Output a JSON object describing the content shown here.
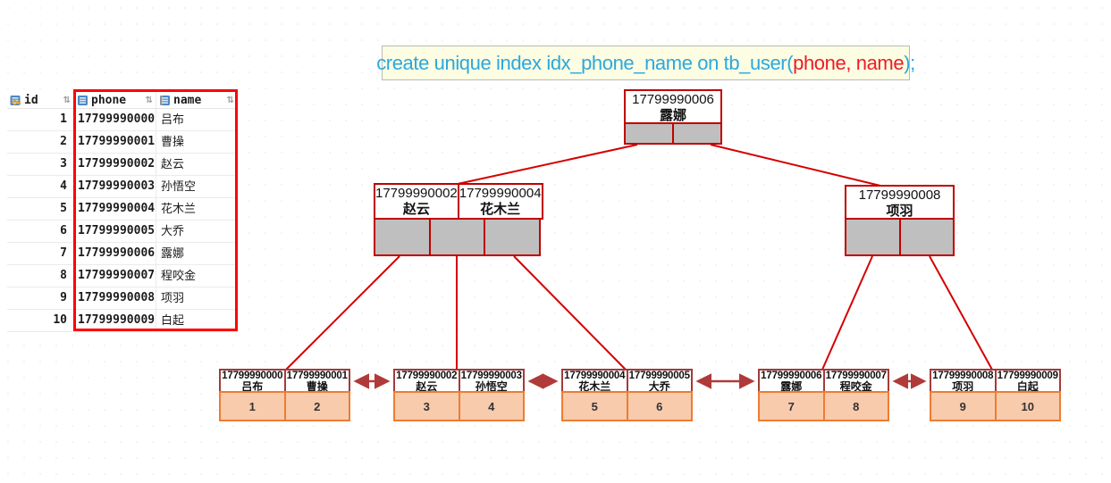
{
  "sql": {
    "text_before": "create unique index idx_phone_name on tb_user(",
    "text_highlight": "phone, name",
    "text_after": ");",
    "base_color": "#2ba8e0",
    "highlight_color": "#ed1c24",
    "background": "#fcfde2"
  },
  "table": {
    "headers": [
      {
        "label": "id",
        "icon": "primary-key-column-icon"
      },
      {
        "label": "phone",
        "icon": "column-icon"
      },
      {
        "label": "name",
        "icon": "column-icon"
      }
    ],
    "sort_glyph": "⇅",
    "rows": [
      {
        "id": "1",
        "phone": "17799990000",
        "name": "吕布"
      },
      {
        "id": "2",
        "phone": "17799990001",
        "name": "曹操"
      },
      {
        "id": "3",
        "phone": "17799990002",
        "name": "赵云"
      },
      {
        "id": "4",
        "phone": "17799990003",
        "name": "孙悟空"
      },
      {
        "id": "5",
        "phone": "17799990004",
        "name": "花木兰"
      },
      {
        "id": "6",
        "phone": "17799990005",
        "name": "大乔"
      },
      {
        "id": "7",
        "phone": "17799990006",
        "name": "露娜"
      },
      {
        "id": "8",
        "phone": "17799990007",
        "name": "程咬金"
      },
      {
        "id": "9",
        "phone": "17799990008",
        "name": "项羽"
      },
      {
        "id": "10",
        "phone": "17799990009",
        "name": "白起"
      }
    ]
  },
  "tree": {
    "root": {
      "phone": "17799990006",
      "name": "露娜"
    },
    "internal": [
      {
        "keys": [
          {
            "phone": "17799990002",
            "name": "赵云"
          },
          {
            "phone": "17799990004",
            "name": "花木兰"
          }
        ]
      },
      {
        "keys": [
          {
            "phone": "17799990008",
            "name": "项羽"
          }
        ]
      }
    ],
    "leaves": [
      {
        "entries": [
          {
            "phone": "17799990000",
            "name": "吕布",
            "id": "1"
          },
          {
            "phone": "17799990001",
            "name": "曹操",
            "id": "2"
          }
        ]
      },
      {
        "entries": [
          {
            "phone": "17799990002",
            "name": "赵云",
            "id": "3"
          },
          {
            "phone": "17799990003",
            "name": "孙悟空",
            "id": "4"
          }
        ]
      },
      {
        "entries": [
          {
            "phone": "17799990004",
            "name": "花木兰",
            "id": "5"
          },
          {
            "phone": "17799990005",
            "name": "大乔",
            "id": "6"
          }
        ]
      },
      {
        "entries": [
          {
            "phone": "17799990006",
            "name": "露娜",
            "id": "7"
          },
          {
            "phone": "17799990007",
            "name": "程咬金",
            "id": "8"
          }
        ]
      },
      {
        "entries": [
          {
            "phone": "17799990008",
            "name": "项羽",
            "id": "9"
          },
          {
            "phone": "17799990009",
            "name": "白起",
            "id": "10"
          }
        ]
      }
    ]
  },
  "colors": {
    "tree_border": "#c00000",
    "tree_line": "#d40000",
    "leaf_border": "#a23b3b",
    "leaf_link_arrow": "#b03a3a",
    "pointer_fill": "#bfbfbf",
    "leaf_id_fill": "#f8cbad",
    "leaf_id_border": "#ed7d31",
    "table_highlight": "#fe0000"
  }
}
